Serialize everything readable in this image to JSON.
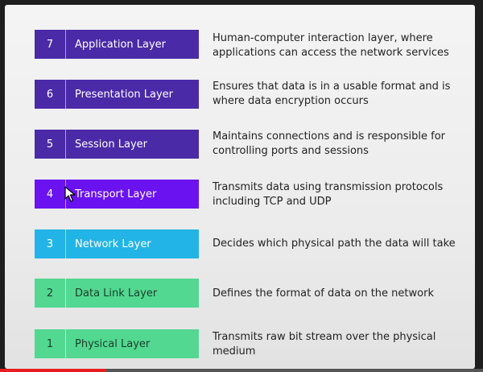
{
  "layers": [
    {
      "number": "7",
      "name": "Application Layer",
      "color": "#4b2aa8",
      "desc_lines": [
        "Human-computer interaction layer, where",
        "applications can access the network services"
      ]
    },
    {
      "number": "6",
      "name": "Presentation Layer",
      "color": "#4b2aa8",
      "desc_lines": [
        "Ensures that data is in a usable format and is",
        "where data encryption occurs"
      ]
    },
    {
      "number": "5",
      "name": "Session Layer",
      "color": "#4b2aa8",
      "desc_lines": [
        "Maintains connections and is responsible for",
        "controlling ports and sessions"
      ]
    },
    {
      "number": "4",
      "name": "Transport Layer",
      "color": "#6a12f0",
      "desc_lines": [
        "Transmits data using transmission protocols",
        "including TCP and UDP"
      ]
    },
    {
      "number": "3",
      "name": "Network Layer",
      "color": "#22b4e6",
      "desc_lines": [
        "Decides which physical path the data will take"
      ]
    },
    {
      "number": "2",
      "name": "Data Link Layer",
      "color": "#52d890",
      "text_color": "#1c3d2c",
      "desc_lines": [
        "Defines the format of data on the network"
      ]
    },
    {
      "number": "1",
      "name": "Physical Layer",
      "color": "#52d890",
      "text_color": "#1c3d2c",
      "desc_lines": [
        "Transmits raw bit stream over the physical",
        "medium"
      ]
    }
  ],
  "video": {
    "progress_fraction": 0.22,
    "progress_color": "#e61e1e"
  }
}
